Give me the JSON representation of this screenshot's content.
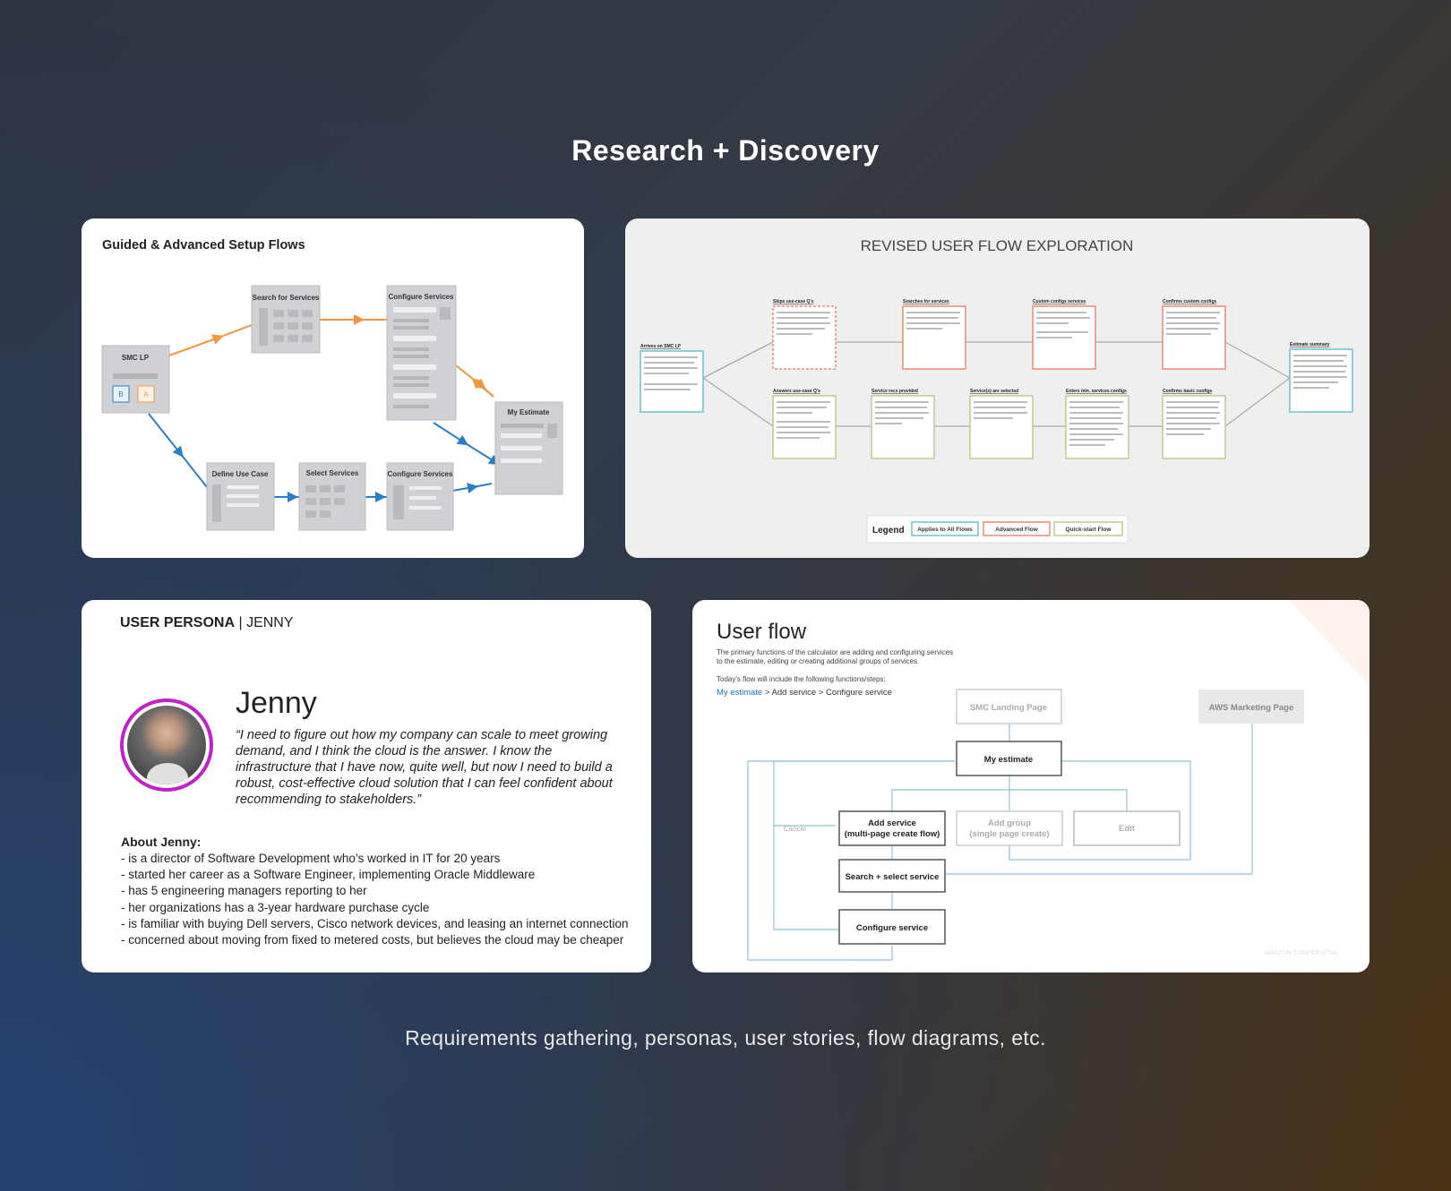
{
  "page": {
    "title": "Research + Discovery",
    "subtitle": "Requirements gathering, personas, user stories, flow diagrams, etc."
  },
  "guided_flows": {
    "title": "Guided & Advanced Setup Flows",
    "nodes": {
      "smc_lp": "SMC LP",
      "search_for_services": "Search for Services",
      "configure_services_top": "Configure Services",
      "my_estimate": "My Estimate",
      "define_use_case": "Define Use Case",
      "select_services": "Select Services",
      "configure_services_bottom": "Configure Services"
    },
    "badges": {
      "b": "B",
      "a": "A"
    },
    "colors": {
      "advanced": "#f0963c",
      "guided": "#2a7fc4",
      "node": "#cfd1d4"
    }
  },
  "revised_flow": {
    "title": "REVISED USER FLOW EXPLORATION",
    "nodes": {
      "arrives": "Arrives on SMC LP",
      "skips": "Skips use-case Q's",
      "searches": "Searches for services",
      "custom_configs": "Custom configs services",
      "confirms_custom": "Confirms custom configs",
      "estimate_summary": "Estimate summary",
      "answers": "Answers use-case Q's",
      "service_recs": "Service recs provided",
      "services_selected": "Service(s) are selected",
      "enters_min": "Enters min. services configs",
      "confirms_basic": "Confirms basic configs"
    },
    "legend": {
      "title": "Legend",
      "all": "Applies to All Flows",
      "advanced": "Advanced Flow",
      "quick": "Quick-start Flow"
    },
    "colors": {
      "all": "#6cc3cf",
      "advanced": "#ee8a72",
      "quick": "#c2c98a"
    }
  },
  "persona": {
    "header_bold": "USER PERSONA",
    "header_rest": " | JENNY",
    "name": "Jenny",
    "quote": "“I need to figure out how my company can scale to meet growing demand, and I think the cloud is the answer. I know the infrastructure that I have now, quite well, but now I need to build a robust, cost-effective cloud solution that I can feel confident about recommending to stakeholders.”",
    "about_title": "About Jenny:",
    "about_items": [
      "- is a director of Software Development who’s worked in IT for 20 years",
      "- started her career as a Software Engineer, implementing Oracle Middleware",
      "- has 5 engineering managers reporting to her",
      "- her organizations has a 3-year hardware purchase cycle",
      "- is familiar with buying Dell servers, Cisco network devices, and leasing an internet connection",
      "- concerned about moving from fixed to metered costs, but believes the cloud may be cheaper"
    ],
    "ring_color": "#c021c9"
  },
  "user_flow": {
    "title": "User flow",
    "description": "The primary functions of the calculator are adding and configuring services to the estimate, editing or creating additional groups of services.",
    "today": "Today's flow will include the following functions/steps:",
    "crumb_link": "My estimate",
    "crumb_rest": " > Add service > Configure service",
    "nodes": {
      "smc_landing": "SMC Landing Page",
      "aws_marketing": "AWS Marketing Page",
      "my_estimate": "My estimate",
      "add_service_1": "Add service",
      "add_service_2": "(multi-page create flow)",
      "add_group_1": "Add group",
      "add_group_2": "(single page create)",
      "edit": "Edit",
      "cancel": "Cancel",
      "search_select": "Search + select service",
      "configure": "Configure service"
    },
    "confidential": "AMAZON CONFIDENTIAL",
    "colors": {
      "line": "#8ec1db",
      "box": "#555555"
    }
  }
}
